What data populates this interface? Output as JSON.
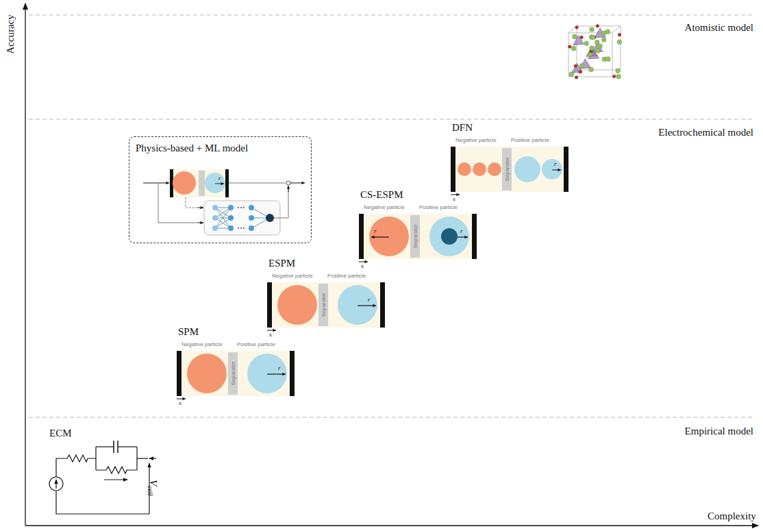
{
  "diagram": {
    "nodes": [
      {
        "text": [
          "SPM",
          "Negative particle",
          "Positive particle",
          "Separator",
          "x",
          "r"
        ]
      },
      {
        "text": [
          "ESPM",
          "Negative particle",
          "Positive particle",
          "Separator",
          "x",
          "r"
        ]
      },
      {
        "text": [
          "CS-ESPM",
          "Negative particle",
          "Positive particle",
          "Separator",
          "x",
          "r",
          "r"
        ]
      },
      {
        "text": [
          "DFN",
          "Negative particle",
          "Positive particle",
          "Separator",
          "x",
          "r"
        ]
      },
      {
        "text": [
          "Physics-based + ML model",
          "r"
        ]
      }
    ],
    "labels": [
      "Accuracy",
      "Complexity",
      "Atomistic model",
      "Electrochemical model",
      "Empirical model",
      "ECM",
      "V",
      "cell"
    ]
  }
}
